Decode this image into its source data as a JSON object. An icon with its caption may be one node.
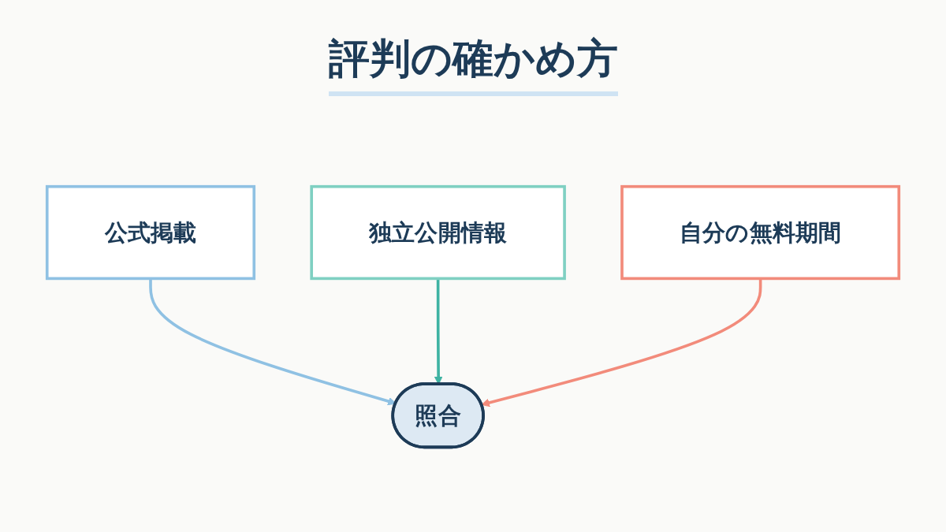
{
  "diagram": {
    "title": "評判の確かめ方",
    "nodes": [
      {
        "text": [
          "公式掲載"
        ]
      },
      {
        "text": [
          "独立公開情報"
        ]
      },
      {
        "text": [
          "自分の無料期間"
        ]
      },
      {
        "text": [
          "照合"
        ]
      }
    ],
    "edges": [
      {
        "from": 0,
        "to": 3,
        "arrow": "to",
        "color": "#8fc1e3"
      },
      {
        "from": 1,
        "to": 3,
        "arrow": "to",
        "color": "#3fb3a3"
      },
      {
        "from": 2,
        "to": 3,
        "arrow": "to",
        "color": "#f28b7b"
      }
    ]
  }
}
